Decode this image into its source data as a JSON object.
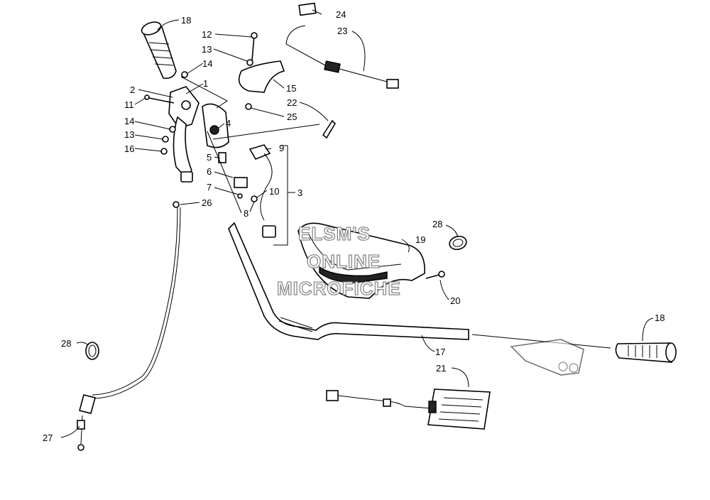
{
  "watermark": {
    "line1": "ELSM'S",
    "line2": "ONLINE",
    "line3": "MICROFICHE"
  },
  "callouts": {
    "c1": "1",
    "c2": "2",
    "c3": "3",
    "c4": "4",
    "c5": "5",
    "c6": "6",
    "c7": "7",
    "c8": "8",
    "c9": "9",
    "c10": "10",
    "c11": "11",
    "c12": "12",
    "c13a": "13",
    "c13b": "13",
    "c14a": "14",
    "c14b": "14",
    "c15": "15",
    "c16": "16",
    "c17": "17",
    "c18a": "18",
    "c18b": "18",
    "c19": "19",
    "c20": "20",
    "c21": "21",
    "c22": "22",
    "c23": "23",
    "c24": "24",
    "c25": "25",
    "c26": "26",
    "c27": "27",
    "c28a": "28",
    "c28b": "28"
  }
}
